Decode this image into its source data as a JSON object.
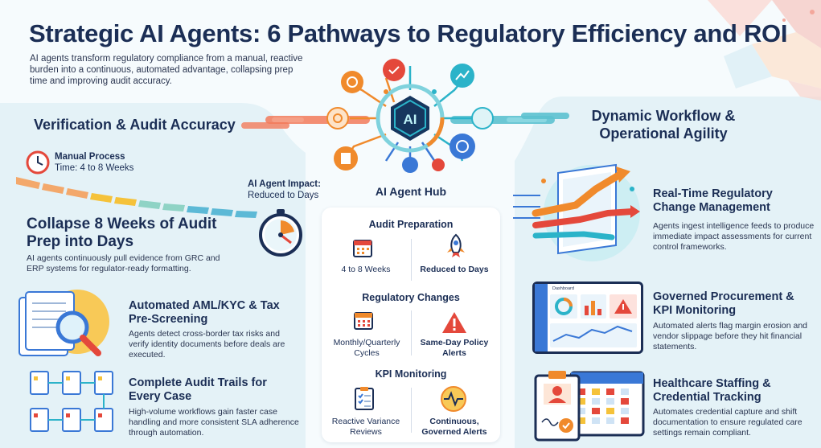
{
  "header": {
    "title": "Strategic AI Agents: 6 Pathways to Regulatory Efficiency and ROI",
    "subtitle": "AI agents transform regulatory compliance from a manual, reactive burden into a continuous, automated advantage, collapsing prep time and improving audit accuracy."
  },
  "hub_graphic": {
    "center_label": "AI"
  },
  "left": {
    "section_title": "Verification & Audit Accuracy",
    "manual": {
      "label": "Manual Process",
      "time": "Time: 4 to 8 Weeks"
    },
    "impact": {
      "label": "AI Agent Impact:",
      "value": "Reduced to Days"
    },
    "heading": "Collapse 8 Weeks of Audit Prep into Days",
    "desc": "AI agents continuously pull evidence from GRC and ERP systems for regulator-ready formatting.",
    "features": [
      {
        "title": "Automated AML/KYC & Tax Pre-Screening",
        "desc": "Agents detect cross-border tax risks and verify identity documents before deals are executed."
      },
      {
        "title": "Complete Audit Trails for Every Case",
        "desc": "High-volume workflows gain faster case handling and more consistent SLA adherence through automation."
      }
    ]
  },
  "hub": {
    "title": "AI Agent Hub",
    "sections": [
      {
        "title": "Audit Preparation",
        "before": "4 to 8 Weeks",
        "after": "Reduced to Days"
      },
      {
        "title": "Regulatory Changes",
        "before": "Monthly/Quarterly Cycles",
        "after": "Same-Day Policy Alerts"
      },
      {
        "title": "KPI Monitoring",
        "before": "Reactive Variance Reviews",
        "after": "Continuous, Governed Alerts"
      }
    ]
  },
  "right": {
    "section_title": "Dynamic Workflow & Operational Agility",
    "dashboard_label": "Dashboard",
    "features": [
      {
        "title": "Real-Time Regulatory Change Management",
        "desc": "Agents ingest intelligence feeds to produce immediate impact assessments for current control frameworks."
      },
      {
        "title": "Governed Procurement & KPI Monitoring",
        "desc": "Automated alerts flag margin erosion and vendor slippage before they hit financial statements."
      },
      {
        "title": "Healthcare Staffing & Credential Tracking",
        "desc": "Automates credential capture and shift documentation to ensure regulated care settings remain compliant."
      }
    ]
  },
  "colors": {
    "navy": "#1b2e55",
    "teal": "#2bb3c9",
    "orange": "#f08a2c",
    "red": "#e4483b",
    "blue": "#3a78d6",
    "yellow": "#f5c23a",
    "panel": "#e6f4f8"
  },
  "icons": [
    "clock-icon",
    "stopwatch-icon",
    "document-magnifier-icon",
    "workflow-documents-icon",
    "calendar-icon",
    "rocket-icon",
    "alert-triangle-icon",
    "checklist-icon",
    "pulse-icon",
    "chart-icon",
    "gear-icon",
    "upload-icon",
    "ai-chip-icon",
    "dashboard-monitor-icon",
    "credential-calendar-icon"
  ]
}
